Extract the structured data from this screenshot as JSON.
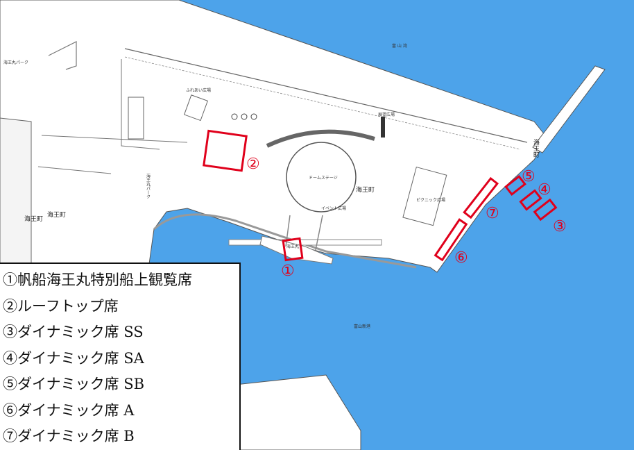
{
  "map": {
    "water_color": "#cfe5f8",
    "sea_color": "#4da3ea",
    "seat_color": "#e0001b",
    "labels": {
      "bay": "富 山 湾",
      "new_port": "富山新港",
      "town_main": "海王町",
      "town_left_a": "海王町",
      "town_left_b": "海王町",
      "town_vertical": "海王町",
      "park_top": "海王丸パーク",
      "park_vertical": "海王丸パーク",
      "stage": "ドームステージ",
      "event_plaza": "イベント広場",
      "fureai_plaza": "ふれあい広場",
      "observation_plaza": "展望広場",
      "picnic_plaza": "ピクニック広場",
      "ship": "海王丸"
    },
    "markers": [
      {
        "id": "1",
        "label": "①"
      },
      {
        "id": "2",
        "label": "②"
      },
      {
        "id": "3",
        "label": "③"
      },
      {
        "id": "4",
        "label": "④"
      },
      {
        "id": "5",
        "label": "⑤"
      },
      {
        "id": "6",
        "label": "⑥"
      },
      {
        "id": "7",
        "label": "⑦"
      }
    ]
  },
  "legend": {
    "items": [
      "①帆船海王丸特別船上観覧席",
      "②ルーフトップ席",
      "③ダイナミック席 SS",
      "④ダイナミック席 SA",
      "⑤ダイナミック席 SB",
      "⑥ダイナミック席 A",
      "⑦ダイナミック席 B"
    ]
  }
}
